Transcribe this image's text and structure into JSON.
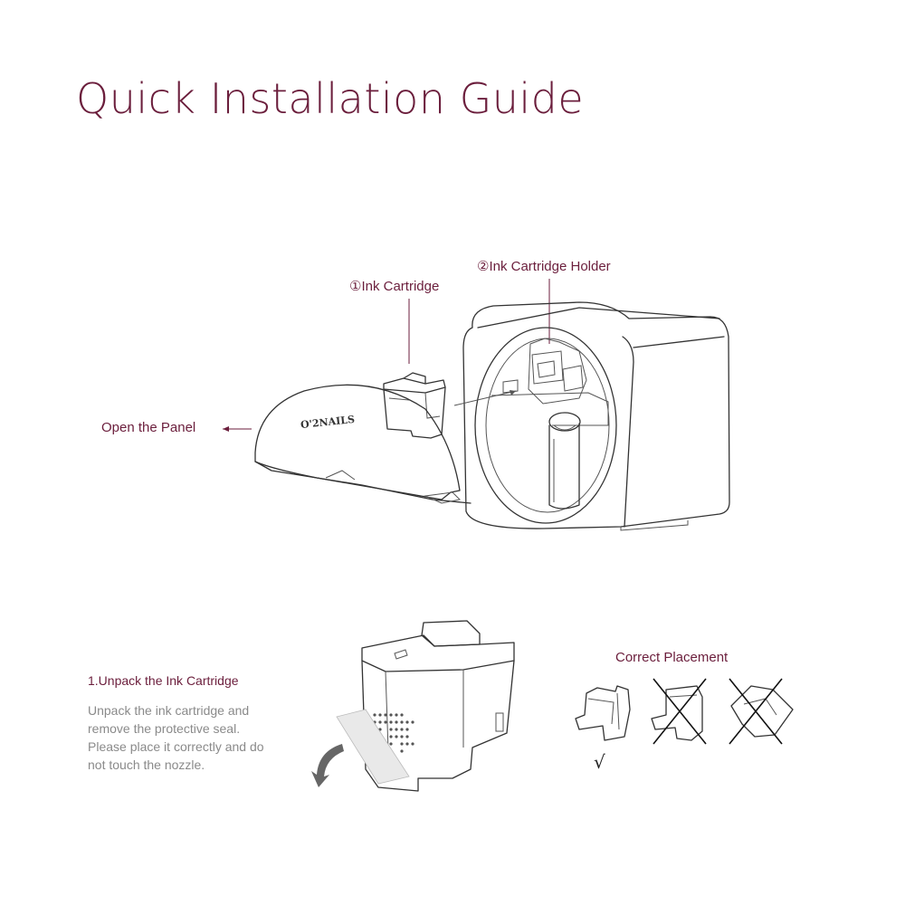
{
  "title": "Quick Installation Guide",
  "callouts": {
    "ink_cartridge": "①Ink Cartridge",
    "cartridge_holder": "②Ink Cartridge Holder",
    "open_panel": "Open the Panel"
  },
  "brand_logo_text": "O'2NAILS",
  "step1": {
    "title": "1.Unpack the Ink Cartridge",
    "body": "Unpack the ink cartridge and remove the protective seal. Please place it correctly and do not touch the nozzle."
  },
  "placement": {
    "title": "Correct Placement",
    "check_mark": "√"
  },
  "colors": {
    "accent": "#6b1e3c",
    "body_text": "#8a8a8a",
    "line_art": "#333333"
  }
}
